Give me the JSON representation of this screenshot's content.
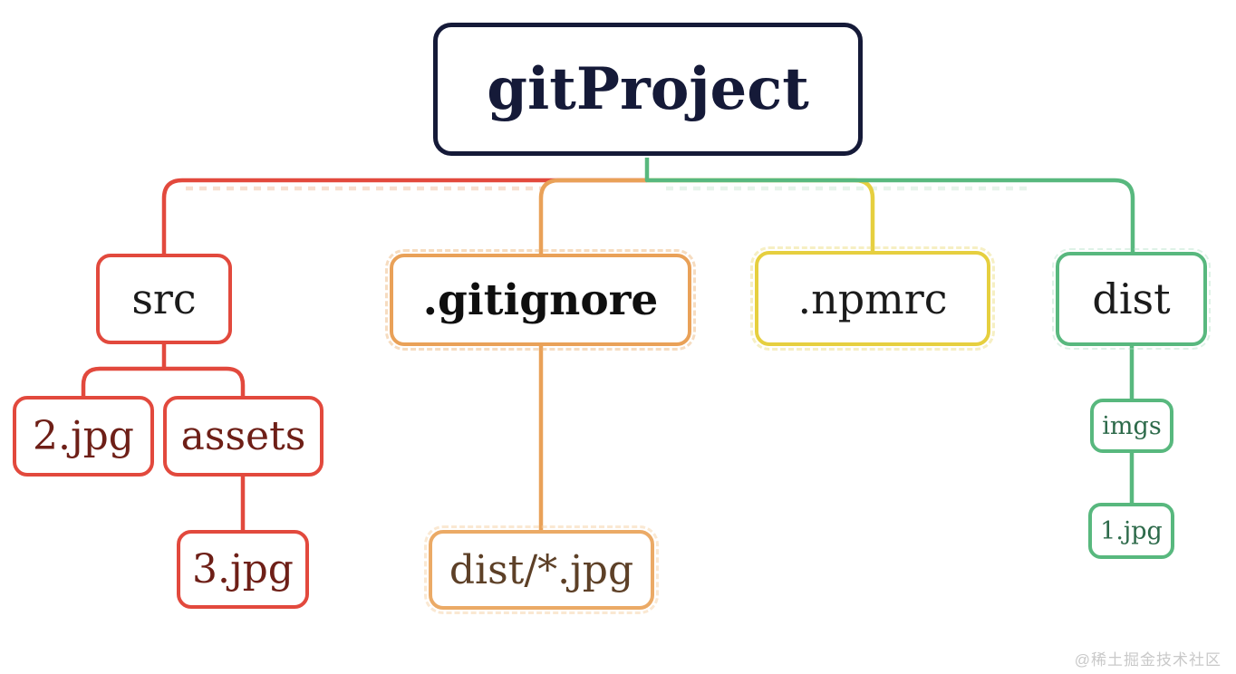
{
  "watermark": "@稀土掘金技术社区",
  "colors": {
    "root_border": "#151a38",
    "red_branch": "#e2493d",
    "orange_branch": "#e9a158",
    "orange_light_border": "#ebaa66",
    "yellow_branch": "#e6cf3f",
    "green_branch": "#58b87e",
    "red_child_text": "#6e1f17",
    "brown_child_text": "#5d4027",
    "green_child_text": "#2d6a4a",
    "node_text": "#1b1b1b",
    "watermark_text": "#c9c9c9",
    "sketch_shadow_left": "#f0c0a2",
    "sketch_shadow_right": "#cfe9d8"
  },
  "tree": {
    "label": "gitProject",
    "children": [
      {
        "label": "src",
        "branch_color": "#e2493d",
        "children": [
          {
            "label": "2.jpg",
            "children": []
          },
          {
            "label": "assets",
            "children": [
              {
                "label": "3.jpg",
                "children": []
              }
            ]
          }
        ]
      },
      {
        "label": ".gitignore",
        "branch_color": "#e9a158",
        "children": [
          {
            "label": "dist/*.jpg",
            "children": []
          }
        ]
      },
      {
        "label": ".npmrc",
        "branch_color": "#e6cf3f",
        "children": []
      },
      {
        "label": "dist",
        "branch_color": "#58b87e",
        "children": [
          {
            "label": "imgs",
            "children": [
              {
                "label": "1.jpg",
                "children": []
              }
            ]
          }
        ]
      }
    ]
  }
}
